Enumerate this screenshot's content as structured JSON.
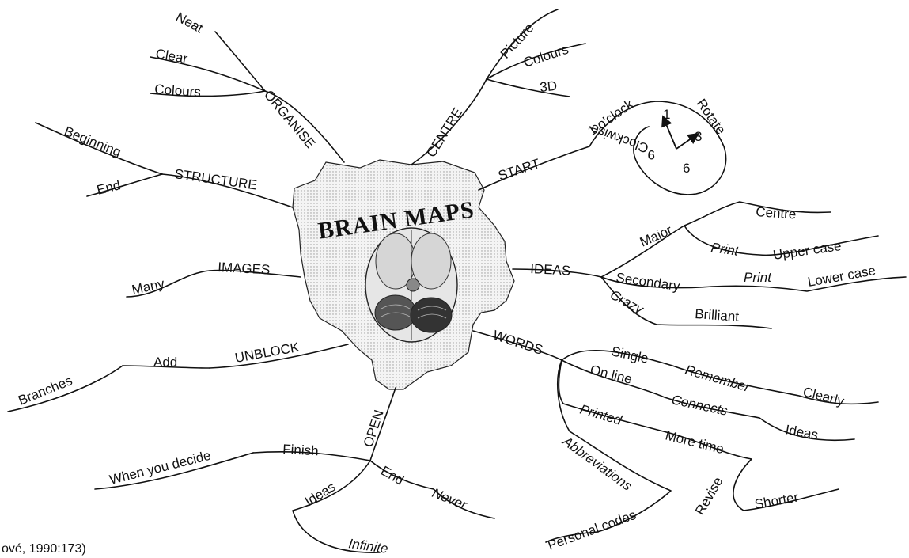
{
  "title": "BRAIN MAPS",
  "caption": "ové, 1990:173)",
  "clock": {
    "n1": "1",
    "n3": "3",
    "n6": "6",
    "n9": "9"
  },
  "branches": {
    "organise": {
      "label": "ORGANISE",
      "neat": "Neat",
      "clear": "Clear",
      "colours": "Colours"
    },
    "structure": {
      "label": "STRUCTURE",
      "beginning": "Beginning",
      "end": "End"
    },
    "centre": {
      "label": "CENTRE",
      "picture": "Picture",
      "colours": "Colours",
      "three_d": "3D"
    },
    "start": {
      "label": "START",
      "one_oclock": "1 o'clock",
      "rotate": "Rotate",
      "clockwise": "Clockwise"
    },
    "images": {
      "label": "IMAGES",
      "many": "Many"
    },
    "unblock": {
      "label": "UNBLOCK",
      "add": "Add",
      "branches": "Branches"
    },
    "ideas": {
      "label": "IDEAS",
      "major": "Major",
      "centre": "Centre",
      "print1": "Print",
      "upper_case": "Upper case",
      "secondary": "Secondary",
      "print2": "Print",
      "lower_case": "Lower case",
      "crazy": "Crazy",
      "brilliant": "Brilliant"
    },
    "words": {
      "label": "WORDS",
      "single": "Single",
      "remember": "Remember",
      "clearly": "Clearly",
      "on_line": "On line",
      "connects": "Connects",
      "ideas": "Ideas",
      "printed": "Printed",
      "more_time": "More time",
      "revise": "Revise",
      "shorter": "Shorter",
      "abbreviations": "Abbreviations",
      "personal_codes": "Personal codes"
    },
    "open": {
      "label": "OPEN",
      "finish": "Finish",
      "when_you_decide": "When you decide",
      "end": "End",
      "never": "Never",
      "ideas": "Ideas",
      "infinite": "Infinite"
    }
  }
}
